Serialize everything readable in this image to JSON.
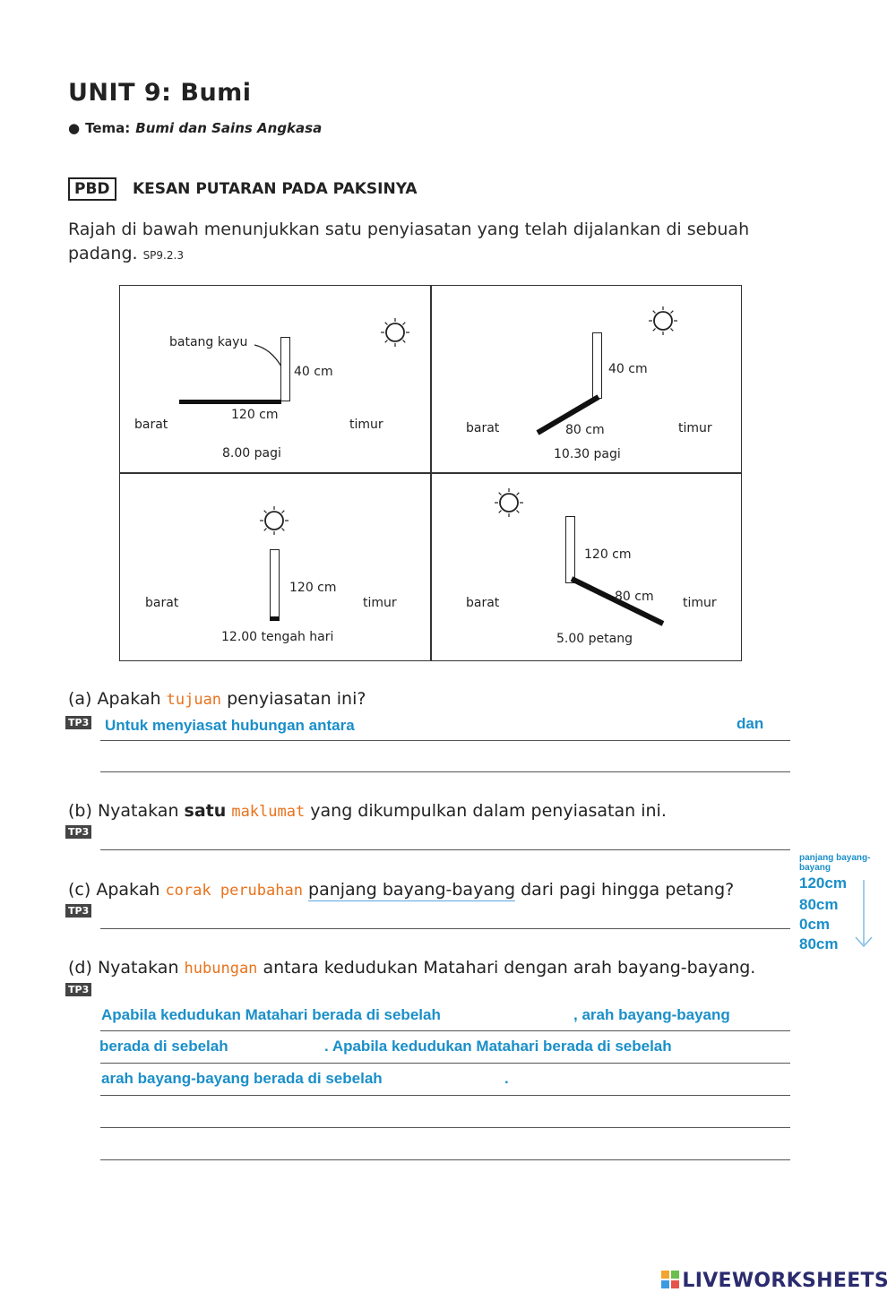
{
  "header": {
    "unit_title": "UNIT 9: Bumi",
    "theme_label": "Tema:",
    "theme_value": "Bumi dan Sains Angkasa"
  },
  "section": {
    "badge": "PBD",
    "title": "KESAN PUTARAN PADA PAKSINYA",
    "intro": "Rajah di bawah menunjukkan satu penyiasatan yang telah dijalankan di sebuah padang.",
    "code": "SP9.2.3"
  },
  "diagram": {
    "panels": [
      {
        "stick_label": "batang kayu",
        "height": "40 cm",
        "shadow": "120 cm",
        "west": "barat",
        "east": "timur",
        "time": "8.00 pagi"
      },
      {
        "height": "40 cm",
        "shadow": "80 cm",
        "west": "barat",
        "east": "timur",
        "time": "10.30 pagi"
      },
      {
        "height": "120 cm",
        "west": "barat",
        "east": "timur",
        "time": "12.00 tengah hari"
      },
      {
        "height": "120 cm",
        "shadow": "80 cm",
        "west": "barat",
        "east": "timur",
        "time": "5.00 petang"
      }
    ]
  },
  "questions": {
    "a": {
      "label": "(a)",
      "pre": "Apakah",
      "highlight": "tujuan",
      "post": "penyiasatan ini?",
      "tp": "TP3",
      "answer_part1": "Untuk menyiasat hubungan antara",
      "answer_part2": "dan"
    },
    "b": {
      "label": "(b)",
      "pre": "Nyatakan",
      "bold": "satu",
      "highlight": "maklumat",
      "post": "yang dikumpulkan dalam penyiasatan ini.",
      "tp": "TP3"
    },
    "c": {
      "label": "(c)",
      "pre": "Apakah",
      "highlight": "corak perubahan",
      "underlined": "panjang bayang-bayang",
      "post": "dari pagi hingga petang?",
      "tp": "TP3"
    },
    "d": {
      "label": "(d)",
      "pre": "Nyatakan",
      "highlight": "hubungan",
      "post": "antara kedudukan Matahari dengan arah bayang-bayang.",
      "tp": "TP3",
      "line1a": "Apabila kedudukan Matahari berada di sebelah",
      "line1b": ", arah bayang-bayang",
      "line2a": "berada di sebelah",
      "line2b": ". Apabila kedudukan Matahari berada di sebelah",
      "line3a": "arah bayang-bayang berada di sebelah",
      "line3b": "."
    }
  },
  "side_note": {
    "title": "panjang bayang-bayang",
    "values": [
      "120cm",
      "80cm",
      "0cm",
      "80cm"
    ]
  },
  "footer": {
    "brand": "LIVEWORKSHEETS"
  }
}
